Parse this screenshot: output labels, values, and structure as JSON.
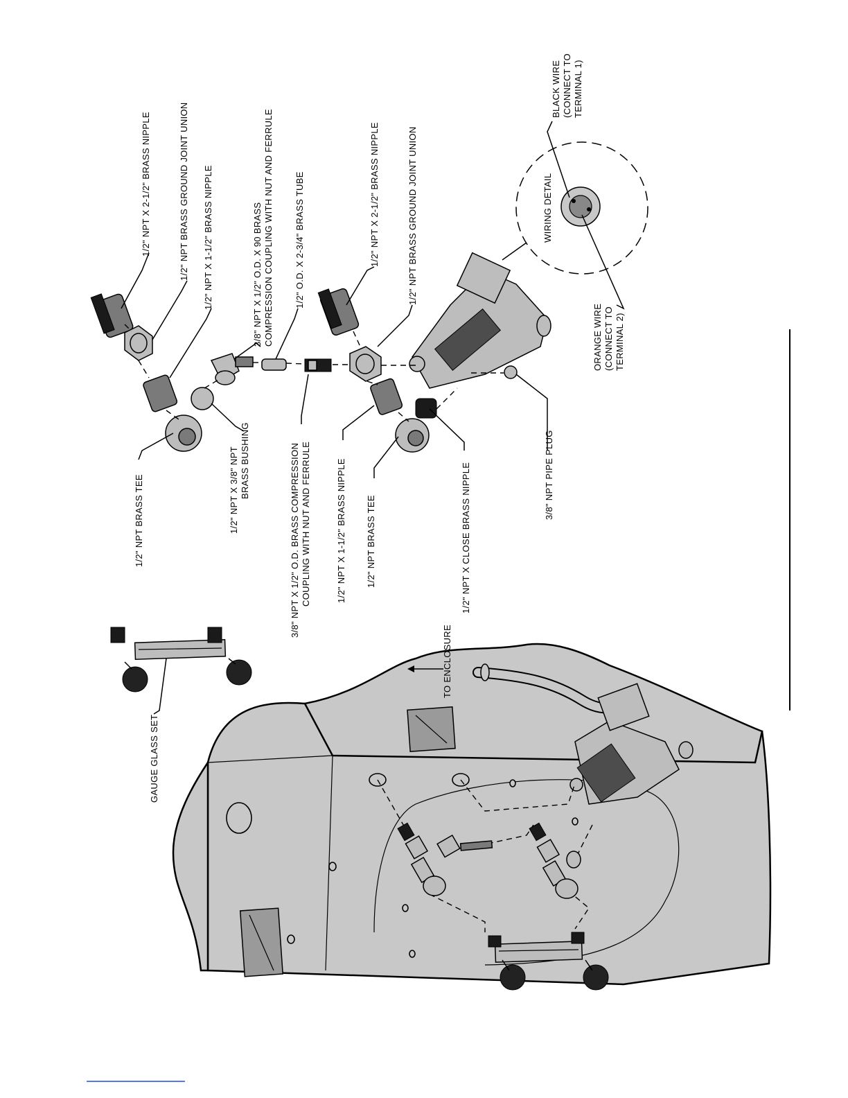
{
  "labels": {
    "nipple_top": "1/2\" NPT X 2-1/2\" BRASS NIPPLE",
    "union_top": "1/2\" NPT BRASS GROUND JOINT UNION",
    "nipple_112_top": "1/2\" NPT X 1-1/2\" BRASS NIPPLE",
    "elbow_line1": "3/8\" NPT X 1/2\" O.D. X 90  BRASS",
    "elbow_line2": "COMPRESSION COUPLING WITH NUT AND FERRULE",
    "tube": "1/2\" O.D. X 2-3/4\" BRASS TUBE",
    "nipple_mid": "1/2\" NPT X 2-1/2\" BRASS NIPPLE",
    "union_mid": "1/2\" NPT BRASS GROUND JOINT UNION",
    "black_wire_1": "BLACK WIRE",
    "black_wire_2": "(CONNECT TO",
    "black_wire_3": "TERMINAL 1)",
    "wiring_detail": "WIRING DETAIL",
    "orange_wire_1": "ORANGE WIRE",
    "orange_wire_2": "(CONNECT TO",
    "orange_wire_3": "TERMINAL 2)",
    "tee_top": "1/2\" NPT BRASS TEE",
    "bushing_1": "1/2\" NPT X 3/8\" NPT",
    "bushing_2": "BRASS BUSHING",
    "coupling_1": "3/8\" NPT X 1/2\" O.D. BRASS COMPRESSION",
    "coupling_2": "COUPLING WITH NUT AND FERRULE",
    "nipple_112_low": "1/2\" NPT X 1-1/2\" BRASS NIPPLE",
    "tee_low": "1/2\" NPT BRASS TEE",
    "close_nipple": "1/2\" NPT X CLOSE BRASS NIPPLE",
    "pipe_plug": "3/8\" NPT PIPE PLUG",
    "gauge_glass": "GAUGE GLASS SET",
    "to_enclosure": "TO ENCLOSURE"
  }
}
